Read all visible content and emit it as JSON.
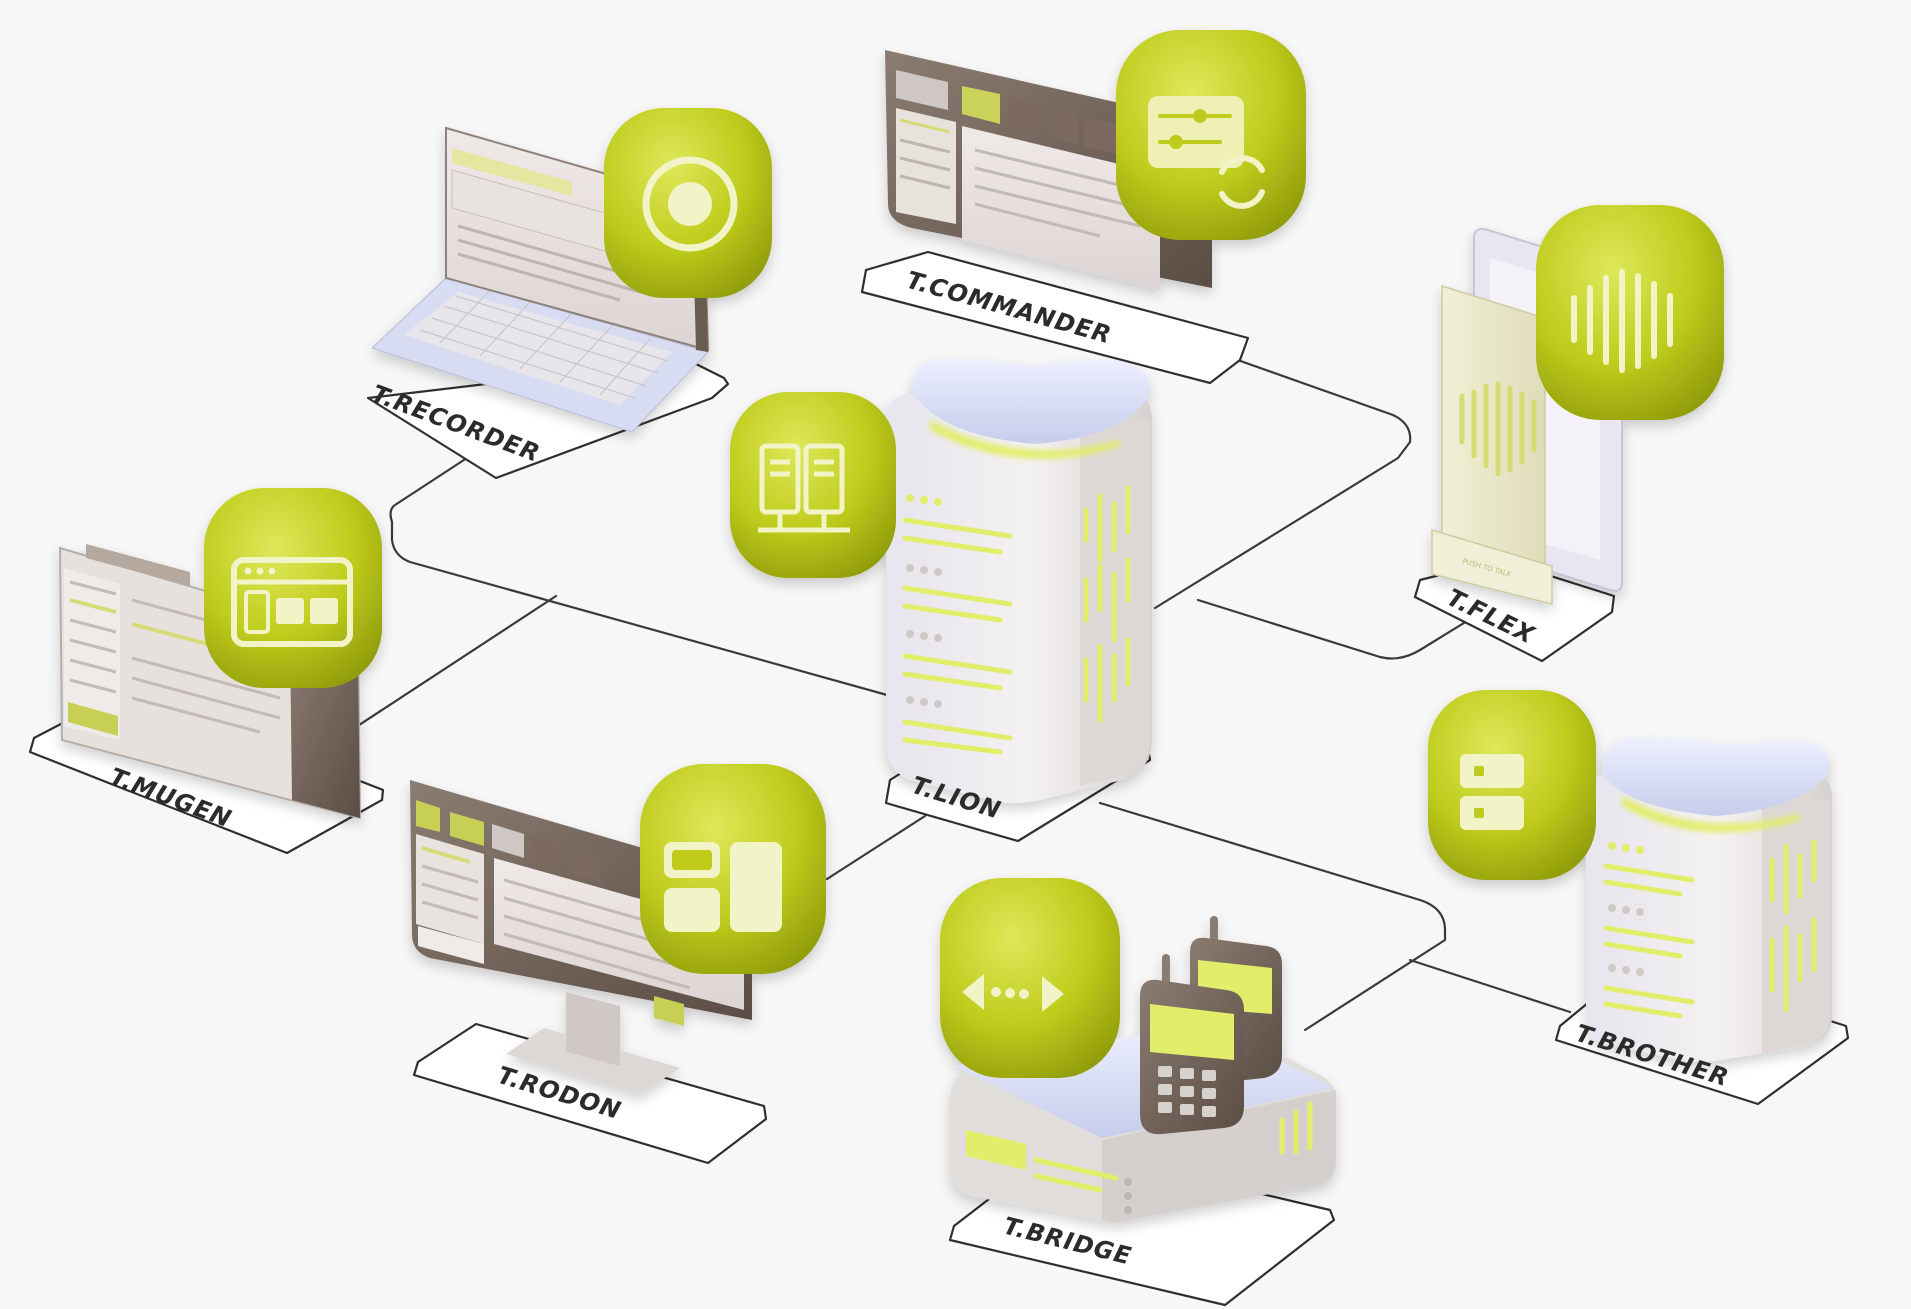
{
  "nodes": [
    {
      "id": "recorder",
      "label": "T.RECORDER",
      "device": "laptop",
      "badge_icon": "record-icon"
    },
    {
      "id": "commander",
      "label": "T.COMMANDER",
      "device": "monitor-window",
      "badge_icon": "sliders-sync-icon"
    },
    {
      "id": "flex",
      "label": "T.FLEX",
      "device": "smartphone",
      "badge_icon": "waveform-icon",
      "device_text": "PUSH TO TALK"
    },
    {
      "id": "lion",
      "label": "T.LION",
      "device": "server-tower",
      "badge_icon": "server-network-icon"
    },
    {
      "id": "mugen",
      "label": "T.MUGEN",
      "device": "app-window",
      "badge_icon": "browser-window-icon"
    },
    {
      "id": "rodon",
      "label": "T.RODON",
      "device": "desktop-monitor",
      "badge_icon": "dashboard-layout-icon"
    },
    {
      "id": "bridge",
      "label": "T.BRIDGE",
      "device": "radio-gateway",
      "badge_icon": "bidirectional-arrows-icon"
    },
    {
      "id": "brother",
      "label": "T.BROTHER",
      "device": "server-tower-small",
      "badge_icon": "server-stack-icon"
    }
  ],
  "connections": [
    [
      "recorder",
      "lion"
    ],
    [
      "mugen",
      "lion"
    ],
    [
      "commander",
      "lion"
    ],
    [
      "flex",
      "lion"
    ],
    [
      "rodon",
      "lion"
    ],
    [
      "bridge",
      "lion"
    ],
    [
      "brother",
      "lion"
    ]
  ],
  "colors": {
    "badge": "#bfcc1c",
    "badge_dark": "#8f9a0a",
    "glow": "#e2ee6a",
    "device_light": "#ebe8e6",
    "device_dark": "#6e5f55",
    "device_blue": "#cbd3ef",
    "line": "#3a3a3a",
    "background": "#f7f7f7"
  }
}
